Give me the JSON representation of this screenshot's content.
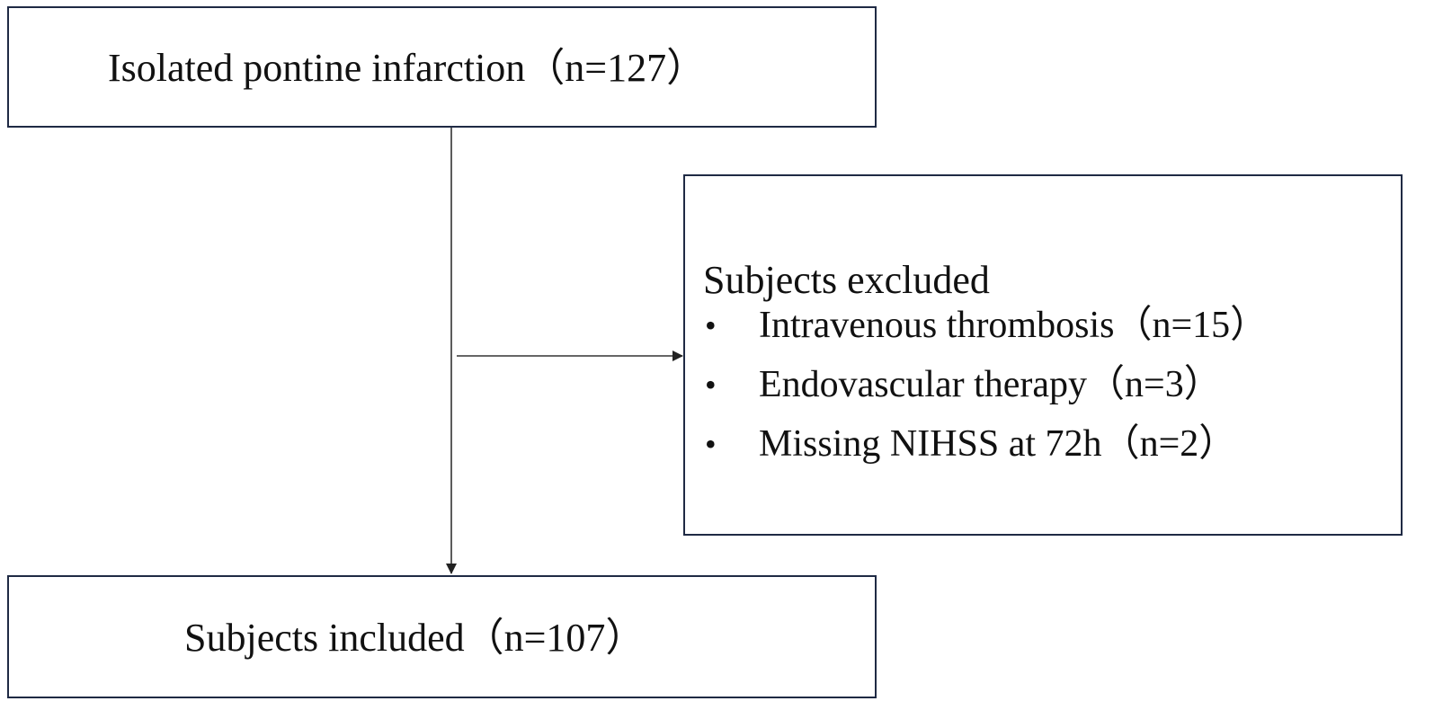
{
  "flowchart": {
    "top_box": {
      "label": "Isolated pontine infarction",
      "count": "（n=127）"
    },
    "excluded_box": {
      "heading": "Subjects excluded",
      "items": [
        {
          "bullet": "•",
          "label": "Intravenous thrombosis",
          "count": "（n=15）"
        },
        {
          "bullet": "•",
          "label": "Endovascular therapy",
          "count": "（n=3）"
        },
        {
          "bullet": "•",
          "label": "Missing NIHSS at 72h",
          "count": "（n=2）"
        }
      ]
    },
    "bottom_box": {
      "label": "Subjects included",
      "count": "（n=107）"
    },
    "colors": {
      "box_border": "#1f2a44",
      "line": "#333333",
      "text": "#111111"
    }
  }
}
